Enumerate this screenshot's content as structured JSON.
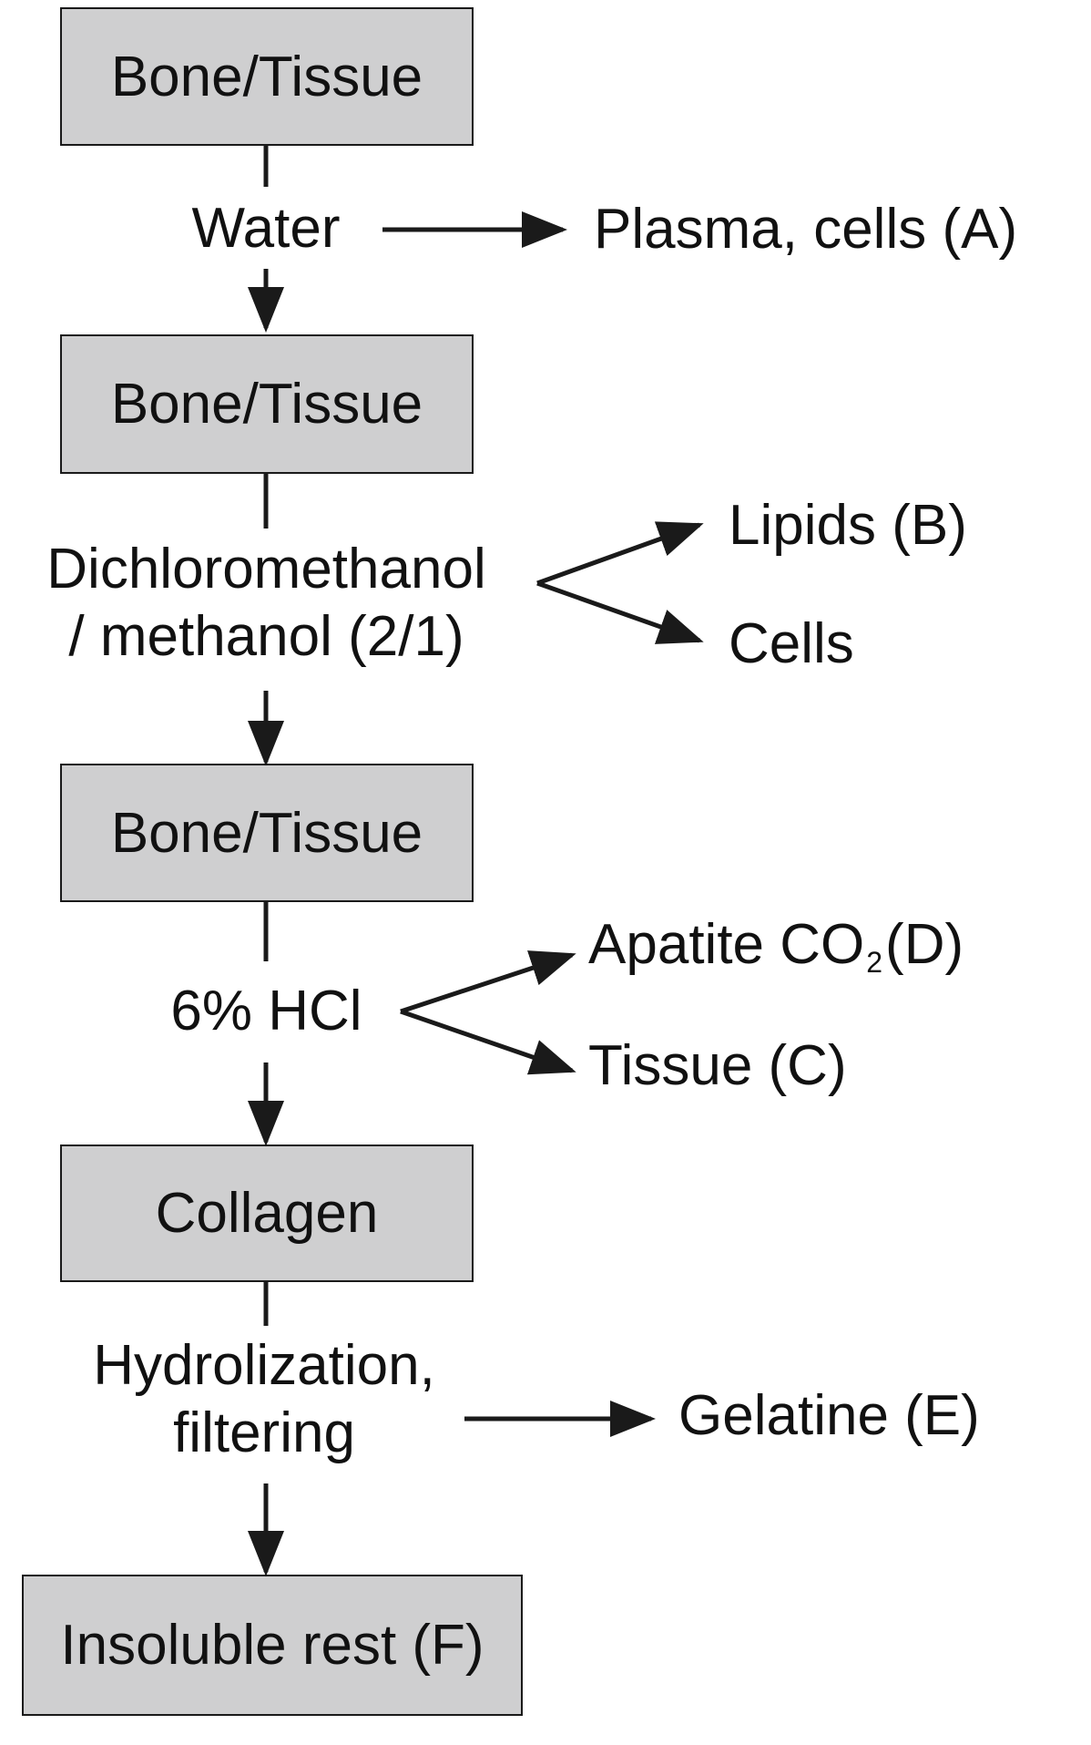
{
  "boxes": {
    "bone_tissue_1": "Bone/Tissue",
    "bone_tissue_2": "Bone/Tissue",
    "bone_tissue_3": "Bone/Tissue",
    "collagen": "Collagen",
    "insoluble_rest": "Insoluble rest (F)"
  },
  "steps": {
    "water": "Water",
    "dichloro_line1": "Dichloromethanol",
    "dichloro_line2": "/ methanol (2/1)",
    "hcl": "6% HCl",
    "hydro_line1": "Hydrolization,",
    "hydro_line2": "filtering"
  },
  "products": {
    "plasma_cells": "Plasma, cells (A)",
    "lipids": "Lipids (B)",
    "cells": "Cells",
    "apatite_prefix": "Apatite CO",
    "apatite_subscript": "2",
    "apatite_suffix": "(D)",
    "tissue": "Tissue (C)",
    "gelatine": "Gelatine (E)"
  },
  "colors": {
    "box_fill": "#cfcfd0",
    "line": "#1a1a1a"
  }
}
